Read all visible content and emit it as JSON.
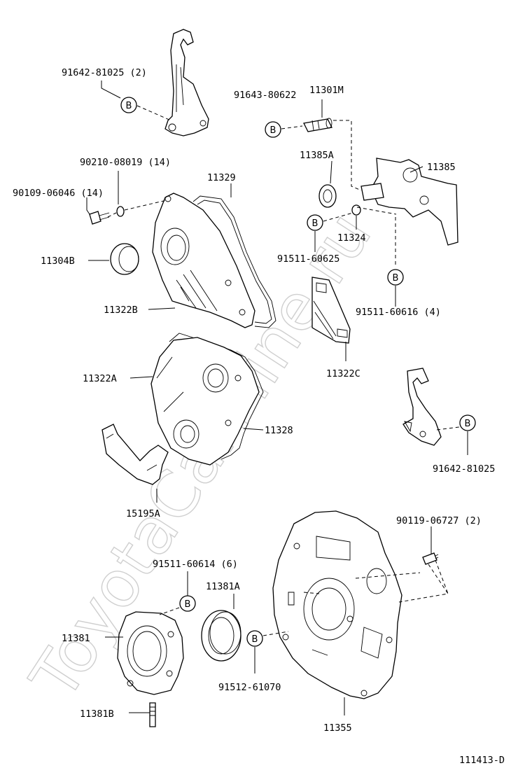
{
  "diagram": {
    "watermark": "ToyotaCarMine.ru",
    "figure_code": "111413-D",
    "labels": {
      "p91642_81025_2": "91642-81025 (2)",
      "p91643_80622": "91643-80622",
      "p11301M": "11301M",
      "p90210_08019": "90210-08019 (14)",
      "p11329": "11329",
      "p90109_06046": "90109-06046 (14)",
      "p11385A": "11385A",
      "p11385": "11385",
      "p11304B": "11304B",
      "p11324": "11324",
      "p91511_60625": "91511-60625",
      "p11322B": "11322B",
      "p91511_60616": "91511-60616 (4)",
      "p11322A": "11322A",
      "p11322C": "11322C",
      "p11328": "11328",
      "p91642_81025": "91642-81025",
      "p15195A": "15195A",
      "p90119_06727": "90119-06727 (2)",
      "p91511_60614": "91511-60614 (6)",
      "p11381A": "11381A",
      "p11381": "11381",
      "p91512_61070": "91512-61070",
      "p11381B": "11381B",
      "p11355": "11355"
    },
    "bubble_letter": "B"
  }
}
